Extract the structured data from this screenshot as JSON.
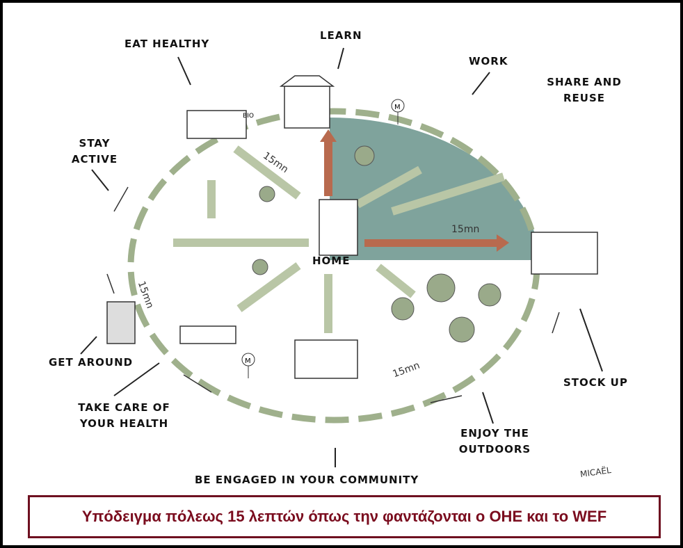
{
  "labels": {
    "eat_healthy": "EAT HEALTHY",
    "learn": "LEARN",
    "work": "WORK",
    "share_reuse_1": "SHARE AND",
    "share_reuse_2": "REUSE",
    "stay_active_1": "STAY",
    "stay_active_2": "ACTIVE",
    "get_around": "GET AROUND",
    "take_care_1": "TAKE CARE OF",
    "take_care_2": "YOUR HEALTH",
    "community": "BE ENGAGED IN YOUR COMMUNITY",
    "outdoors_1": "ENJOY THE",
    "outdoors_2": "OUTDOORS",
    "stock_up": "STOCK UP",
    "home": "HOME"
  },
  "distance_labels": [
    "15mn",
    "15mn",
    "15mn",
    "15mn"
  ],
  "market_sign": "BIO",
  "metro_sign": "M",
  "signature": "MICAËL",
  "caption": "Υπόδειγμα πόλεως 15 λεπτών όπως την φαντάζονται ο ΟΗΕ και το WEF",
  "colors": {
    "caption": "#7a0c1e",
    "park": "#7fa39c",
    "road": "#b9c6a6",
    "arrow": "#b86a4e"
  }
}
